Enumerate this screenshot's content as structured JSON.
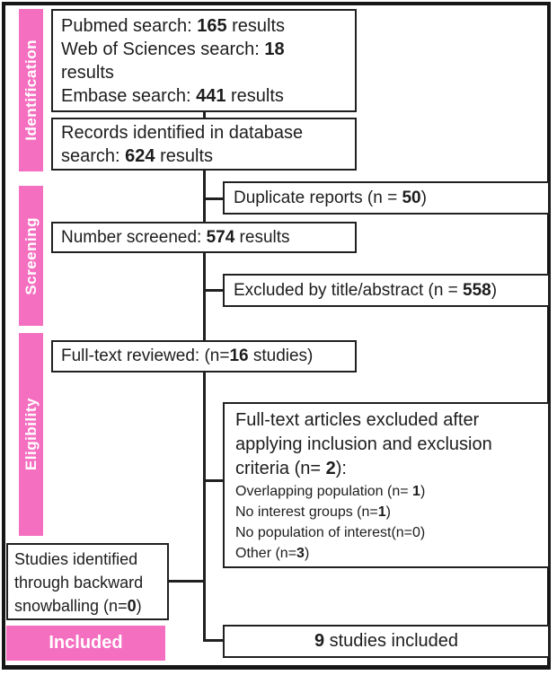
{
  "colors": {
    "pink": "#f56fc0",
    "line": "#202020",
    "text": "#1d1d1d",
    "label_text": "#ffffff"
  },
  "sidebar": {
    "identification": "Identification",
    "screening": "Screening",
    "eligibility": "Eligibility",
    "included": "Included"
  },
  "boxes": {
    "search": {
      "lines": [
        [
          {
            "t": "Pubmed search: "
          },
          {
            "t": "165",
            "b": true
          },
          {
            "t": " results"
          }
        ],
        [
          {
            "t": "Web of Sciences search: "
          },
          {
            "t": "18",
            "b": true
          }
        ],
        [
          {
            "t": "results"
          }
        ],
        [
          {
            "t": "Embase search: "
          },
          {
            "t": "441",
            "b": true
          },
          {
            "t": " results"
          }
        ]
      ]
    },
    "records": {
      "lines": [
        [
          {
            "t": "Records identified in database"
          }
        ],
        [
          {
            "t": "search: "
          },
          {
            "t": "624",
            "b": true
          },
          {
            "t": " results"
          }
        ]
      ]
    },
    "duplicates": {
      "line": [
        {
          "t": "Duplicate reports (n = "
        },
        {
          "t": "50",
          "b": true
        },
        {
          "t": ")"
        }
      ]
    },
    "screened": {
      "line": [
        {
          "t": "Number screened: "
        },
        {
          "t": "574",
          "b": true
        },
        {
          "t": " results"
        }
      ]
    },
    "excluded_title": {
      "line": [
        {
          "t": "Excluded by title/abstract (n = "
        },
        {
          "t": "558",
          "b": true
        },
        {
          "t": ")"
        }
      ]
    },
    "fulltext_reviewed": {
      "line": [
        {
          "t": "Full-text reviewed: (n="
        },
        {
          "t": "16",
          "b": true
        },
        {
          "t": " studies)"
        }
      ]
    },
    "fulltext_excluded": {
      "head": [
        [
          {
            "t": "Full-text articles excluded after"
          }
        ],
        [
          {
            "t": "applying inclusion and exclusion"
          }
        ],
        [
          {
            "t": "criteria (n= "
          },
          {
            "t": "2",
            "b": true
          },
          {
            "t": "):"
          }
        ]
      ],
      "details": [
        [
          {
            "t": "Overlapping population (n= "
          },
          {
            "t": "1",
            "b": true
          },
          {
            "t": ")"
          }
        ],
        [
          {
            "t": "No interest groups (n="
          },
          {
            "t": "1",
            "b": true
          },
          {
            "t": ")"
          }
        ],
        [
          {
            "t": "No population of interest(n=0)"
          }
        ],
        [
          {
            "t": "Other (n="
          },
          {
            "t": "3",
            "b": true
          },
          {
            "t": ")"
          }
        ]
      ]
    },
    "snowballing": {
      "lines": [
        [
          {
            "t": "Studies identified"
          }
        ],
        [
          {
            "t": "through backward"
          }
        ],
        [
          {
            "t": "snowballing (n="
          },
          {
            "t": "0",
            "b": true
          },
          {
            "t": ")"
          }
        ]
      ]
    },
    "included_studies": {
      "line": [
        {
          "t": "9",
          "b": true
        },
        {
          "t": " studies included"
        }
      ]
    }
  }
}
